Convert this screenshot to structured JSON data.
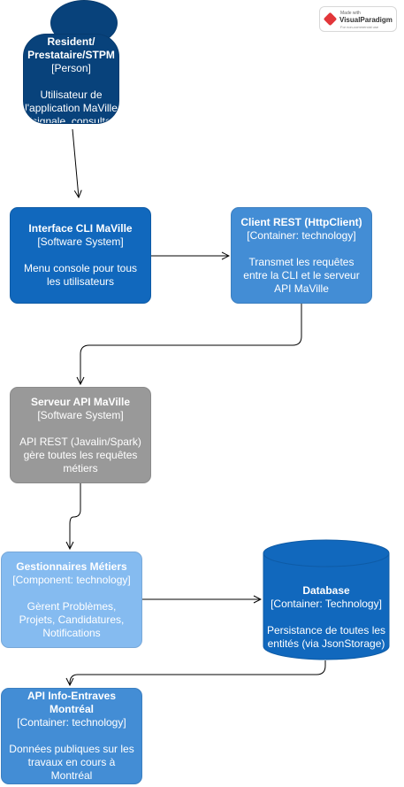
{
  "watermark": {
    "small": "Made with",
    "brand": "VisualParadigm",
    "tiny": "For non-commercial use"
  },
  "person": {
    "title": "Resident/ Prestataire/STPM",
    "type": "[Person]",
    "description": "Utilisateur de l'application MaVille (signale, consulte, traite)"
  },
  "cli": {
    "title": "Interface CLI MaVille",
    "type": "[Software System]",
    "description": "Menu console pour tous les utilisateurs"
  },
  "rest": {
    "title": "Client REST (HttpClient)",
    "type": "[Container: technology]",
    "description": "Transmet les requêtes entre la CLI et le serveur API MaVille"
  },
  "server": {
    "title": "Serveur API MaVille",
    "type": "[Software System]",
    "description": "API REST (Javalin/Spark) gère toutes les requêtes métiers"
  },
  "gestionnaires": {
    "title": "Gestionnaires Métiers",
    "type": "[Component: technology]",
    "description": "Gèrent Problèmes, Projets, Candidatures, Notifications"
  },
  "database": {
    "title": "Database",
    "type": "[Container: Technology]",
    "description": "Persistance de toutes les entités (via JsonStorage)"
  },
  "api_info": {
    "title": "API Info-Entraves Montréal",
    "type": "[Container: technology]",
    "description": "Données publiques sur les travaux en cours à Montréal"
  },
  "colors": {
    "person": "#08427b",
    "software_system": "#1168bd",
    "container": "#438dd5",
    "external_system": "#999999",
    "component": "#85bbf0",
    "edge": "#000000"
  }
}
